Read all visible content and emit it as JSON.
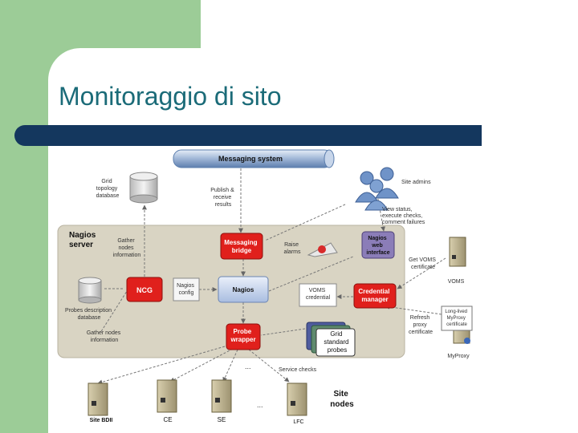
{
  "slide": {
    "title": "Monitoraggio di sito"
  },
  "diagram": {
    "messaging_system": "Messaging system",
    "grid_topology_db": [
      "Grid",
      "topology",
      "database"
    ],
    "publish_receive": [
      "Publish &",
      "receive",
      "results"
    ],
    "site_admins": "Site admins",
    "view_status": [
      "View status,",
      "execute checks,",
      "comment failures"
    ],
    "nagios_server": [
      "Nagios",
      "server"
    ],
    "gather_nodes_info_top": [
      "Gather",
      "nodes",
      "information"
    ],
    "messaging_bridge": [
      "Messaging",
      "bridge"
    ],
    "raise_alarms": [
      "Raise",
      "alarms"
    ],
    "nagios_web_interface": [
      "Nagios",
      "web",
      "interface"
    ],
    "get_voms_cert": [
      "Get VOMS",
      "certificate"
    ],
    "voms": "VOMS",
    "ncg": "NCG",
    "nagios_config": [
      "Nagios",
      "config"
    ],
    "nagios": "Nagios",
    "voms_credential": [
      "VOMS",
      "credential"
    ],
    "credential_manager": [
      "Credential",
      "manager"
    ],
    "probes_db": [
      "Probes description",
      "database"
    ],
    "gather_nodes_info_bottom": [
      "Gather nodes",
      "information"
    ],
    "probe_wrapper": [
      "Probe",
      "wrapper"
    ],
    "grid_standard_probes": [
      "Grid",
      "standard",
      "probes"
    ],
    "refresh_proxy": [
      "Refresh",
      "proxy",
      "certificate"
    ],
    "longlived_proxy": [
      "Long-lived",
      "MyProxy",
      "certificate"
    ],
    "myproxy": "MyProxy",
    "service_checks": "Service checks",
    "ellipsis": "...",
    "site_nodes": [
      "Site",
      "nodes"
    ],
    "nodes": [
      "Site BDII",
      "CE",
      "SE",
      "LFC"
    ],
    "colors": {
      "green": "#9ccc97",
      "title": "#1b6b78",
      "bar": "#14375e",
      "red_box": "#e0201c",
      "server_bg": "#d9d4c3"
    }
  }
}
